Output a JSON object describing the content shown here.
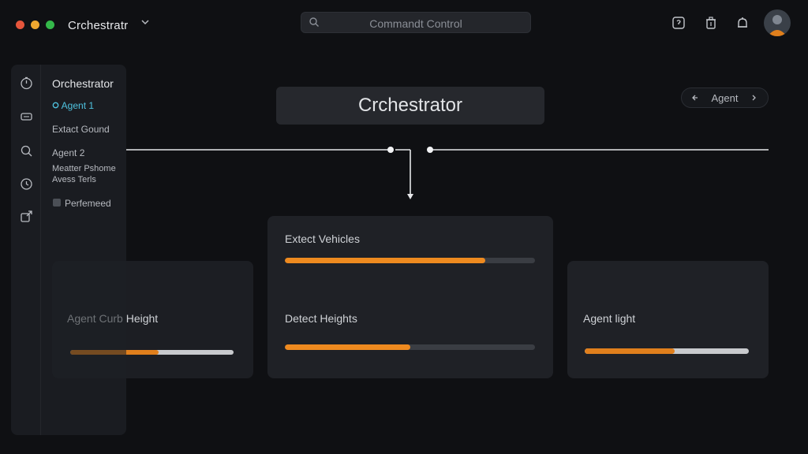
{
  "window": {
    "title": "Crchestratr",
    "traffic_lights": [
      "#e5553b",
      "#f0a830",
      "#34b84a"
    ]
  },
  "search": {
    "placeholder": "Commandt Control"
  },
  "sidebar": {
    "title": "Orchestrator",
    "items": [
      {
        "label": "Agent 1",
        "active": true
      },
      {
        "label": "Extact Gound"
      },
      {
        "label": "Agent 2"
      },
      {
        "label": "Meatter Pshome"
      },
      {
        "label": "Avess Terls"
      },
      {
        "label": "Perfemeed"
      }
    ]
  },
  "canvas": {
    "orchestrator_label": "Crchestrator",
    "agent_nav_label": "Agent"
  },
  "cards": [
    {
      "label": "Extect Vehicles",
      "progress": 0.8
    },
    {
      "label": "Agent Curb Height",
      "progress": 0.54
    },
    {
      "label": "Detect Heights",
      "progress": 0.5
    },
    {
      "label": "Agent light",
      "progress": 0.55
    }
  ],
  "colors": {
    "accent": "#ee8a1f",
    "active": "#4fc3e0",
    "background": "#0f1013"
  }
}
